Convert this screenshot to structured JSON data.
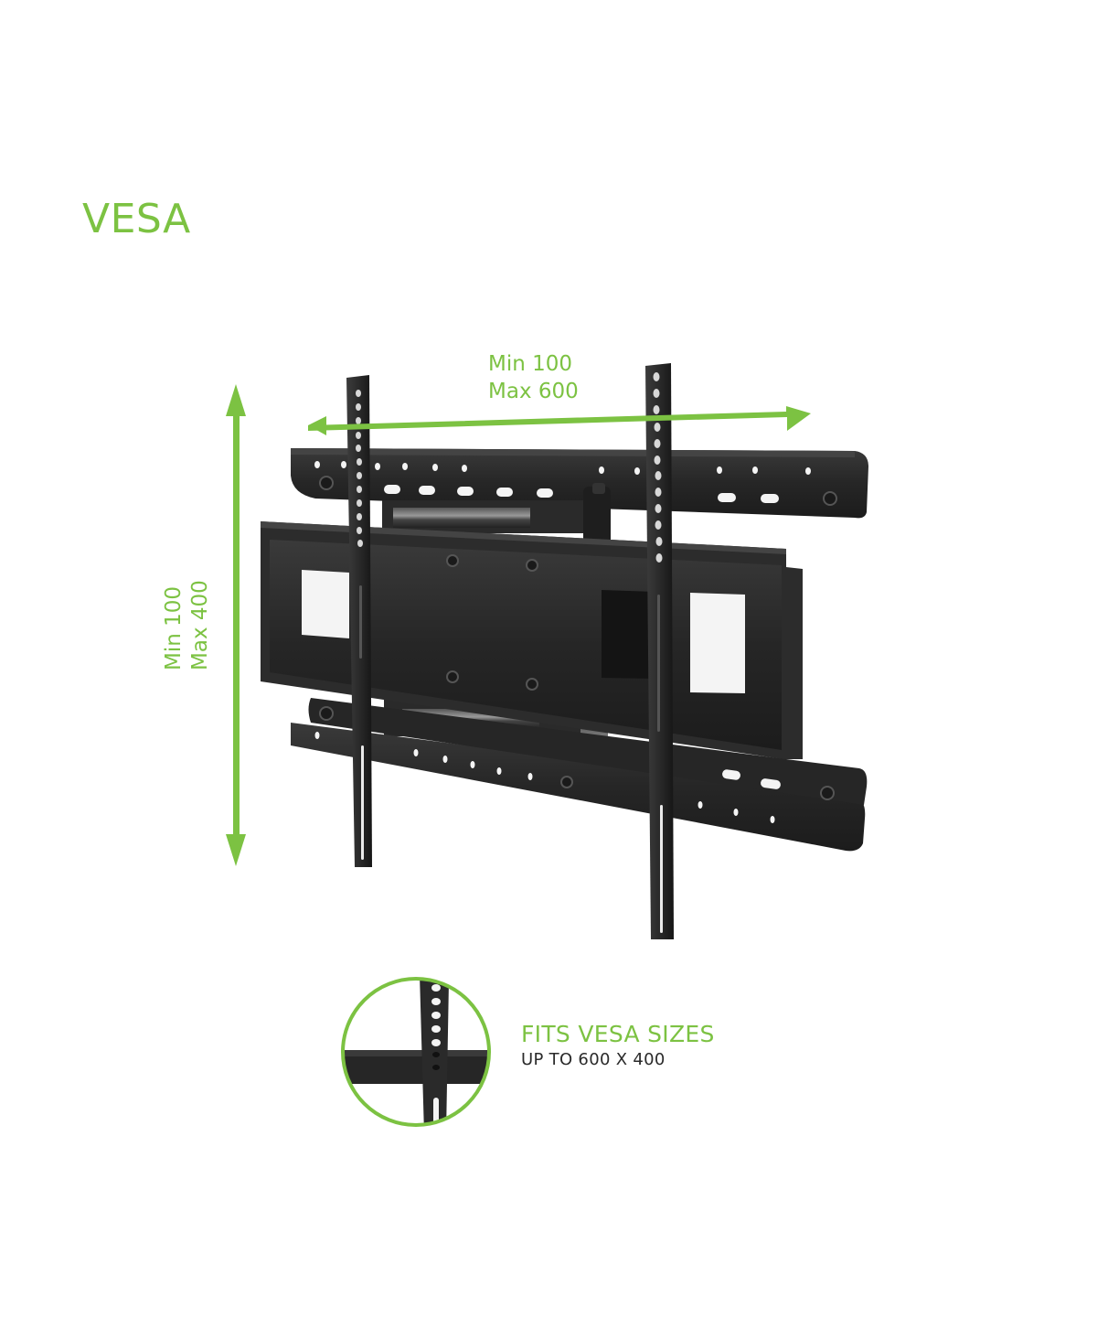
{
  "title": "VESA",
  "dimensions": {
    "horizontal": {
      "min_label": "Min 100",
      "max_label": "Max 600"
    },
    "vertical": {
      "min_label": "Min 100",
      "max_label": "Max 400"
    }
  },
  "callout": {
    "title": "FITS VESA SIZES",
    "subtitle": "UP TO 600 X 400"
  },
  "colors": {
    "accent": "#7cc242",
    "bracket": "#2b2b2b",
    "text_dark": "#2a2a2a",
    "background": "#ffffff"
  },
  "icons": [
    "double-arrow-horizontal-icon",
    "double-arrow-vertical-icon",
    "bracket-closeup-circle-icon"
  ]
}
